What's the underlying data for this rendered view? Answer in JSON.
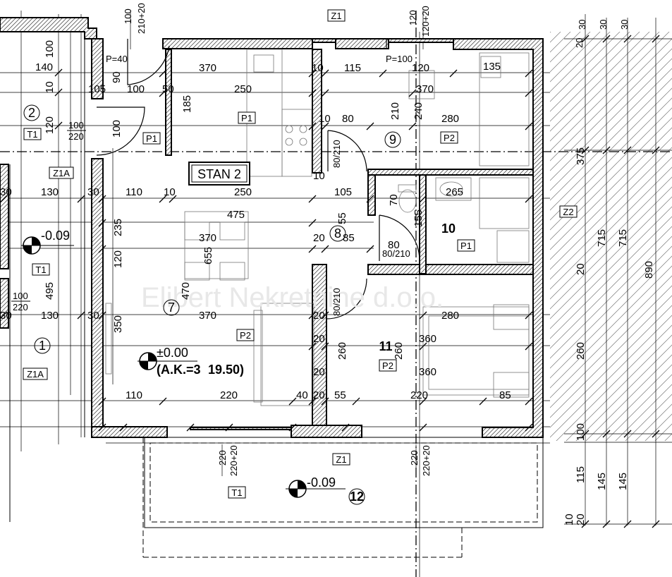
{
  "plan": {
    "apartment_label": "STAN 2",
    "watermark": "Elibert Nekretnine d.o.o.",
    "room_numbers": [
      {
        "id": "room-1",
        "label": "1"
      },
      {
        "id": "room-2",
        "label": "2"
      },
      {
        "id": "room-7",
        "label": "7"
      },
      {
        "id": "room-8",
        "label": "8"
      },
      {
        "id": "room-9",
        "label": "9"
      },
      {
        "id": "room-10",
        "label": "10"
      },
      {
        "id": "room-11",
        "label": "11"
      },
      {
        "id": "room-12",
        "label": "12"
      }
    ],
    "tags": {
      "z1_top": "Z1",
      "z1_bottom": "Z1",
      "z2": "Z2",
      "z1a_upper": "Z1A",
      "z1a_lower": "Z1A",
      "t1_room2": "T1",
      "t1_room1": "T1",
      "t1_terrace": "T1",
      "p1_hall": "P1",
      "p1_kitchen": "P1",
      "p1_room10": "P1",
      "p2_room9": "P2",
      "p2_living": "P2",
      "p2_room11": "P2"
    },
    "levels": {
      "left_level": "-0.09",
      "main_level": "±0.00",
      "main_ak": "(A.K.=3",
      "main_ak2": "19.50)",
      "terrace_level": "-0.09"
    },
    "door_labels": {
      "p40": "P=40",
      "p100": "P=100",
      "d100_220": "100",
      "d100_220b": "220",
      "d100_220_left": "100",
      "d100_220_leftb": "220",
      "d80_210_a": "80/210",
      "d80_210_b": "80/210",
      "d80_210_c": "80/210"
    },
    "dimensions": {
      "top_100": "100",
      "top_210_20": "210+20",
      "top_120": "120",
      "top_120_20": "120+20",
      "top_20": "20",
      "top_30a": "30",
      "top_30b": "30",
      "top_30c": "30",
      "bot_220": "220",
      "bot_220_20": "220+20",
      "bot_220b": "220",
      "bot_220_20b": "220+20",
      "d370_a": "370",
      "d250_a": "250",
      "d185": "185",
      "d115": "115",
      "d120_hall": "120",
      "d135": "135",
      "d370_b": "370",
      "d10_a": "10",
      "d50": "50",
      "d10_b": "10",
      "d80": "80",
      "d210": "210",
      "d240": "240",
      "d280_a": "280",
      "d80_210v": "80/210",
      "d10_c": "10",
      "d375": "375",
      "d110_a": "110",
      "d10_d": "10",
      "d250_b": "250",
      "d105": "105",
      "d265": "265",
      "d475": "475",
      "d55_a": "55",
      "d70": "70",
      "d155": "155",
      "d235": "235",
      "d370_c": "370",
      "d20_a": "20",
      "d85": "85",
      "d80_b": "80",
      "d120_v": "120",
      "d655": "655",
      "d20_b": "20",
      "d470": "470",
      "d370_d": "370",
      "d280_b": "280",
      "d350": "350",
      "d20_c": "20",
      "d260_a": "260",
      "d260_b": "260",
      "d360_a": "360",
      "d20_d": "20",
      "d360_b": "360",
      "d110_b": "110",
      "d220": "220",
      "d40": "40",
      "d20_e": "20",
      "d55_b": "55",
      "d220_b": "220",
      "d85_b": "85",
      "d715_a": "715",
      "d715_b": "715",
      "d890": "890",
      "d20_r": "20",
      "d260_r": "260",
      "d100_r": "100",
      "d20_r2": "20",
      "d115_r": "115",
      "d145_a": "145",
      "d145_b": "145",
      "d10_r": "10",
      "d20_r3": "20",
      "l100_a": "100",
      "l140": "140",
      "l10": "10",
      "l105": "105",
      "l100_b": "100",
      "l90": "90",
      "l120": "120",
      "l100_c": "100",
      "l30": "30",
      "l130_a": "130",
      "l30_b": "30",
      "l495": "495",
      "l130_b": "130",
      "l30_c": "30",
      "l30_d": "30"
    }
  }
}
